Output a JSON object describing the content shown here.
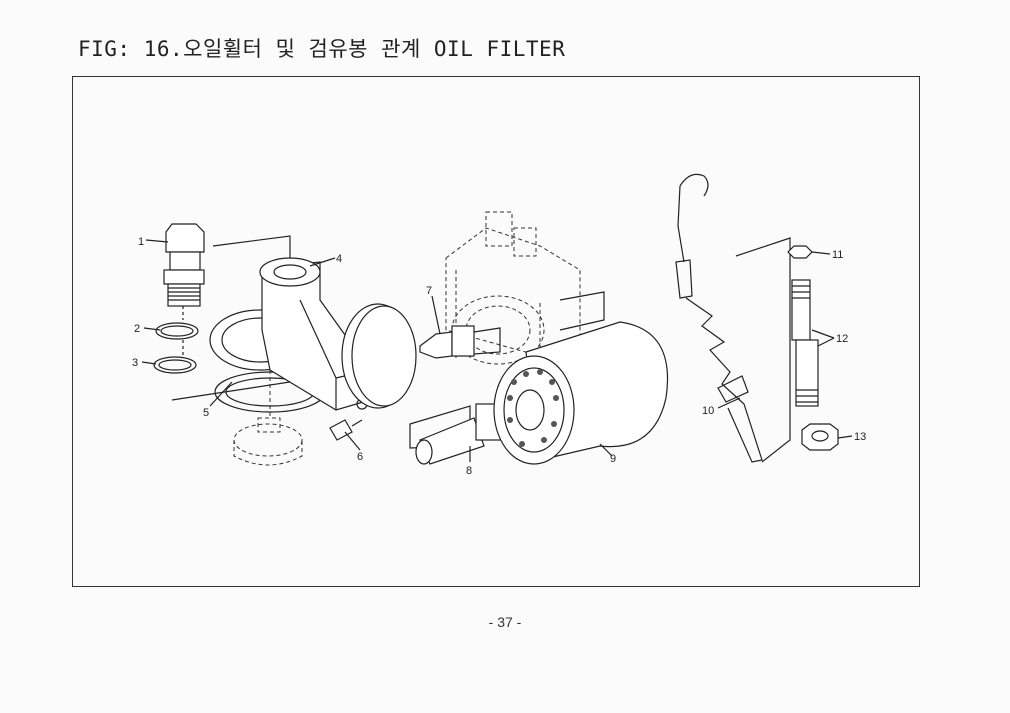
{
  "title": "FIG: 16.오일휠터 및 검유봉 관계 OIL FILTER",
  "page_number": "- 37 -",
  "callouts": [
    {
      "id": "1",
      "text": "1"
    },
    {
      "id": "2",
      "text": "2"
    },
    {
      "id": "3",
      "text": "3"
    },
    {
      "id": "4",
      "text": "4"
    },
    {
      "id": "5",
      "text": "5"
    },
    {
      "id": "6",
      "text": "6"
    },
    {
      "id": "7",
      "text": "7"
    },
    {
      "id": "8",
      "text": "8"
    },
    {
      "id": "9",
      "text": "9"
    },
    {
      "id": "10",
      "text": "10"
    },
    {
      "id": "11",
      "text": "11"
    },
    {
      "id": "12",
      "text": "12"
    },
    {
      "id": "13",
      "text": "13"
    }
  ]
}
